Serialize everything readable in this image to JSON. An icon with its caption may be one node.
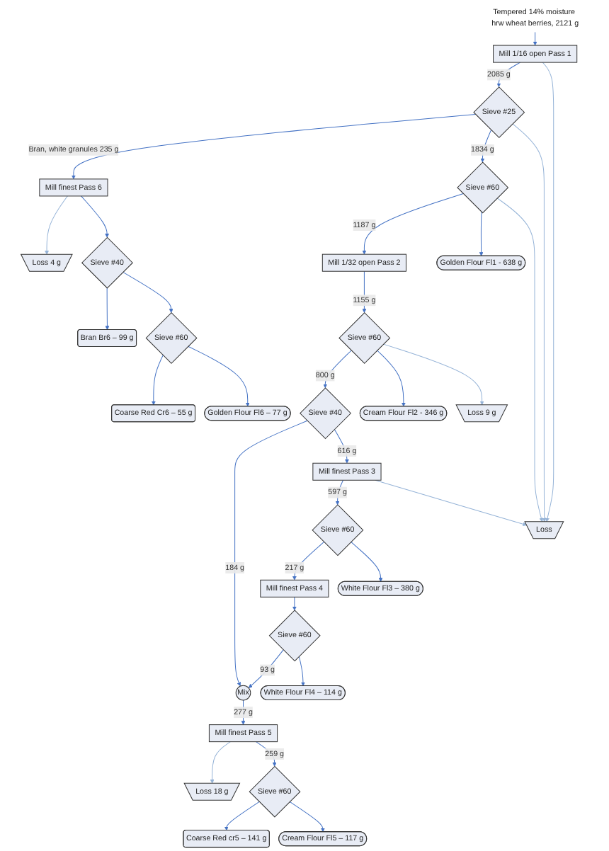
{
  "diagram": {
    "nodes": [
      {
        "text": [
          "Tempered 14% moisture hrw wheat berries, 2121 g"
        ]
      },
      {
        "text": [
          "Mill 1/16 open Pass 1"
        ]
      },
      {
        "text": [
          "Sieve #25"
        ]
      },
      {
        "text": [
          "Sieve #60"
        ]
      },
      {
        "text": [
          "Mill finest Pass 6"
        ]
      },
      {
        "text": [
          "Loss 4 g"
        ]
      },
      {
        "text": [
          "Golden Flour Fl1 - 638 g"
        ]
      },
      {
        "text": [
          "Mill 1/32 open Pass 2"
        ]
      },
      {
        "text": [
          "Sieve #40"
        ]
      },
      {
        "text": [
          "Bran Br6 – 99 g"
        ]
      },
      {
        "text": [
          "Sieve #60"
        ]
      },
      {
        "text": [
          "Loss 9 g"
        ]
      },
      {
        "text": [
          "Cream Flour Fl2 - 346 g"
        ]
      },
      {
        "text": [
          "Sieve #60"
        ]
      },
      {
        "text": [
          "Coarse Red Cr6 – 55 g"
        ]
      },
      {
        "text": [
          "Sieve #40"
        ]
      },
      {
        "text": [
          "Golden Flour Fl6 – 77 g"
        ]
      },
      {
        "text": [
          "Mill finest Pass 3"
        ]
      },
      {
        "text": [
          "Mix"
        ]
      },
      {
        "text": [
          "Mill finest Pass 5"
        ]
      },
      {
        "text": [
          "Sieve #60"
        ]
      },
      {
        "text": [
          "Mill finest Pass 4"
        ]
      },
      {
        "text": [
          "Loss 18 g"
        ]
      },
      {
        "text": [
          "Loss"
        ]
      },
      {
        "text": [
          "White Flour Fl3 – 380 g"
        ]
      },
      {
        "text": [
          "Sieve #60"
        ]
      },
      {
        "text": [
          "Coarse Red cr5 – 141 g"
        ]
      },
      {
        "text": [
          "Sieve #60"
        ]
      },
      {
        "text": [
          "Cream Flour Fl5 – 117 g"
        ]
      },
      {
        "text": [
          "White Flour Fl4 – 114 g"
        ]
      }
    ],
    "edges": [
      {
        "from": 0,
        "to": 1,
        "arrow": "to"
      },
      {
        "from": 1,
        "to": 2,
        "arrow": "to",
        "label": "2085 g"
      },
      {
        "from": 2,
        "to": 4,
        "arrow": "to",
        "label": "Bran, white granules 235 g"
      },
      {
        "from": 2,
        "to": 3,
        "arrow": "to",
        "label": "1834 g"
      },
      {
        "from": 3,
        "to": 7,
        "arrow": "to",
        "label": "1187 g"
      },
      {
        "from": 3,
        "to": 6,
        "arrow": "to"
      },
      {
        "from": 4,
        "to": 5,
        "arrow": "to",
        "color": "#95b3d7"
      },
      {
        "from": 4,
        "to": 8,
        "arrow": "to"
      },
      {
        "from": 8,
        "to": 9,
        "arrow": "to"
      },
      {
        "from": 8,
        "to": 13,
        "arrow": "to"
      },
      {
        "from": 13,
        "to": 14,
        "arrow": "to"
      },
      {
        "from": 13,
        "to": 16,
        "arrow": "to"
      },
      {
        "from": 7,
        "to": 10,
        "arrow": "to",
        "label": "1155 g"
      },
      {
        "from": 10,
        "to": 15,
        "arrow": "to",
        "label": "800 g"
      },
      {
        "from": 10,
        "to": 12,
        "arrow": "to"
      },
      {
        "from": 10,
        "to": 11,
        "arrow": "to",
        "color": "#95b3d7"
      },
      {
        "from": 15,
        "to": 18,
        "arrow": "to",
        "label": "184 g"
      },
      {
        "from": 15,
        "to": 17,
        "arrow": "to",
        "label": "616 g"
      },
      {
        "from": 17,
        "to": 20,
        "arrow": "to",
        "label": "597 g"
      },
      {
        "from": 20,
        "to": 21,
        "arrow": "to",
        "label": "217 g"
      },
      {
        "from": 20,
        "to": 24,
        "arrow": "to"
      },
      {
        "from": 21,
        "to": 27,
        "arrow": "to"
      },
      {
        "from": 27,
        "to": 18,
        "arrow": "to",
        "label": "93 g"
      },
      {
        "from": 27,
        "to": 29,
        "arrow": "to"
      },
      {
        "from": 18,
        "to": 19,
        "arrow": "to",
        "label": "277 g"
      },
      {
        "from": 19,
        "to": 22,
        "arrow": "to",
        "color": "#95b3d7"
      },
      {
        "from": 19,
        "to": 25,
        "arrow": "to",
        "label": "259 g"
      },
      {
        "from": 25,
        "to": 26,
        "arrow": "to"
      },
      {
        "from": 25,
        "to": 28,
        "arrow": "to"
      },
      {
        "from": 1,
        "to": 23,
        "arrow": "to",
        "color": "#95b3d7"
      },
      {
        "from": 2,
        "to": 23,
        "arrow": "to",
        "color": "#95b3d7"
      },
      {
        "from": 3,
        "to": 23,
        "arrow": "to",
        "color": "#95b3d7"
      },
      {
        "from": 17,
        "to": 23,
        "arrow": "to",
        "color": "#95b3d7"
      }
    ]
  }
}
